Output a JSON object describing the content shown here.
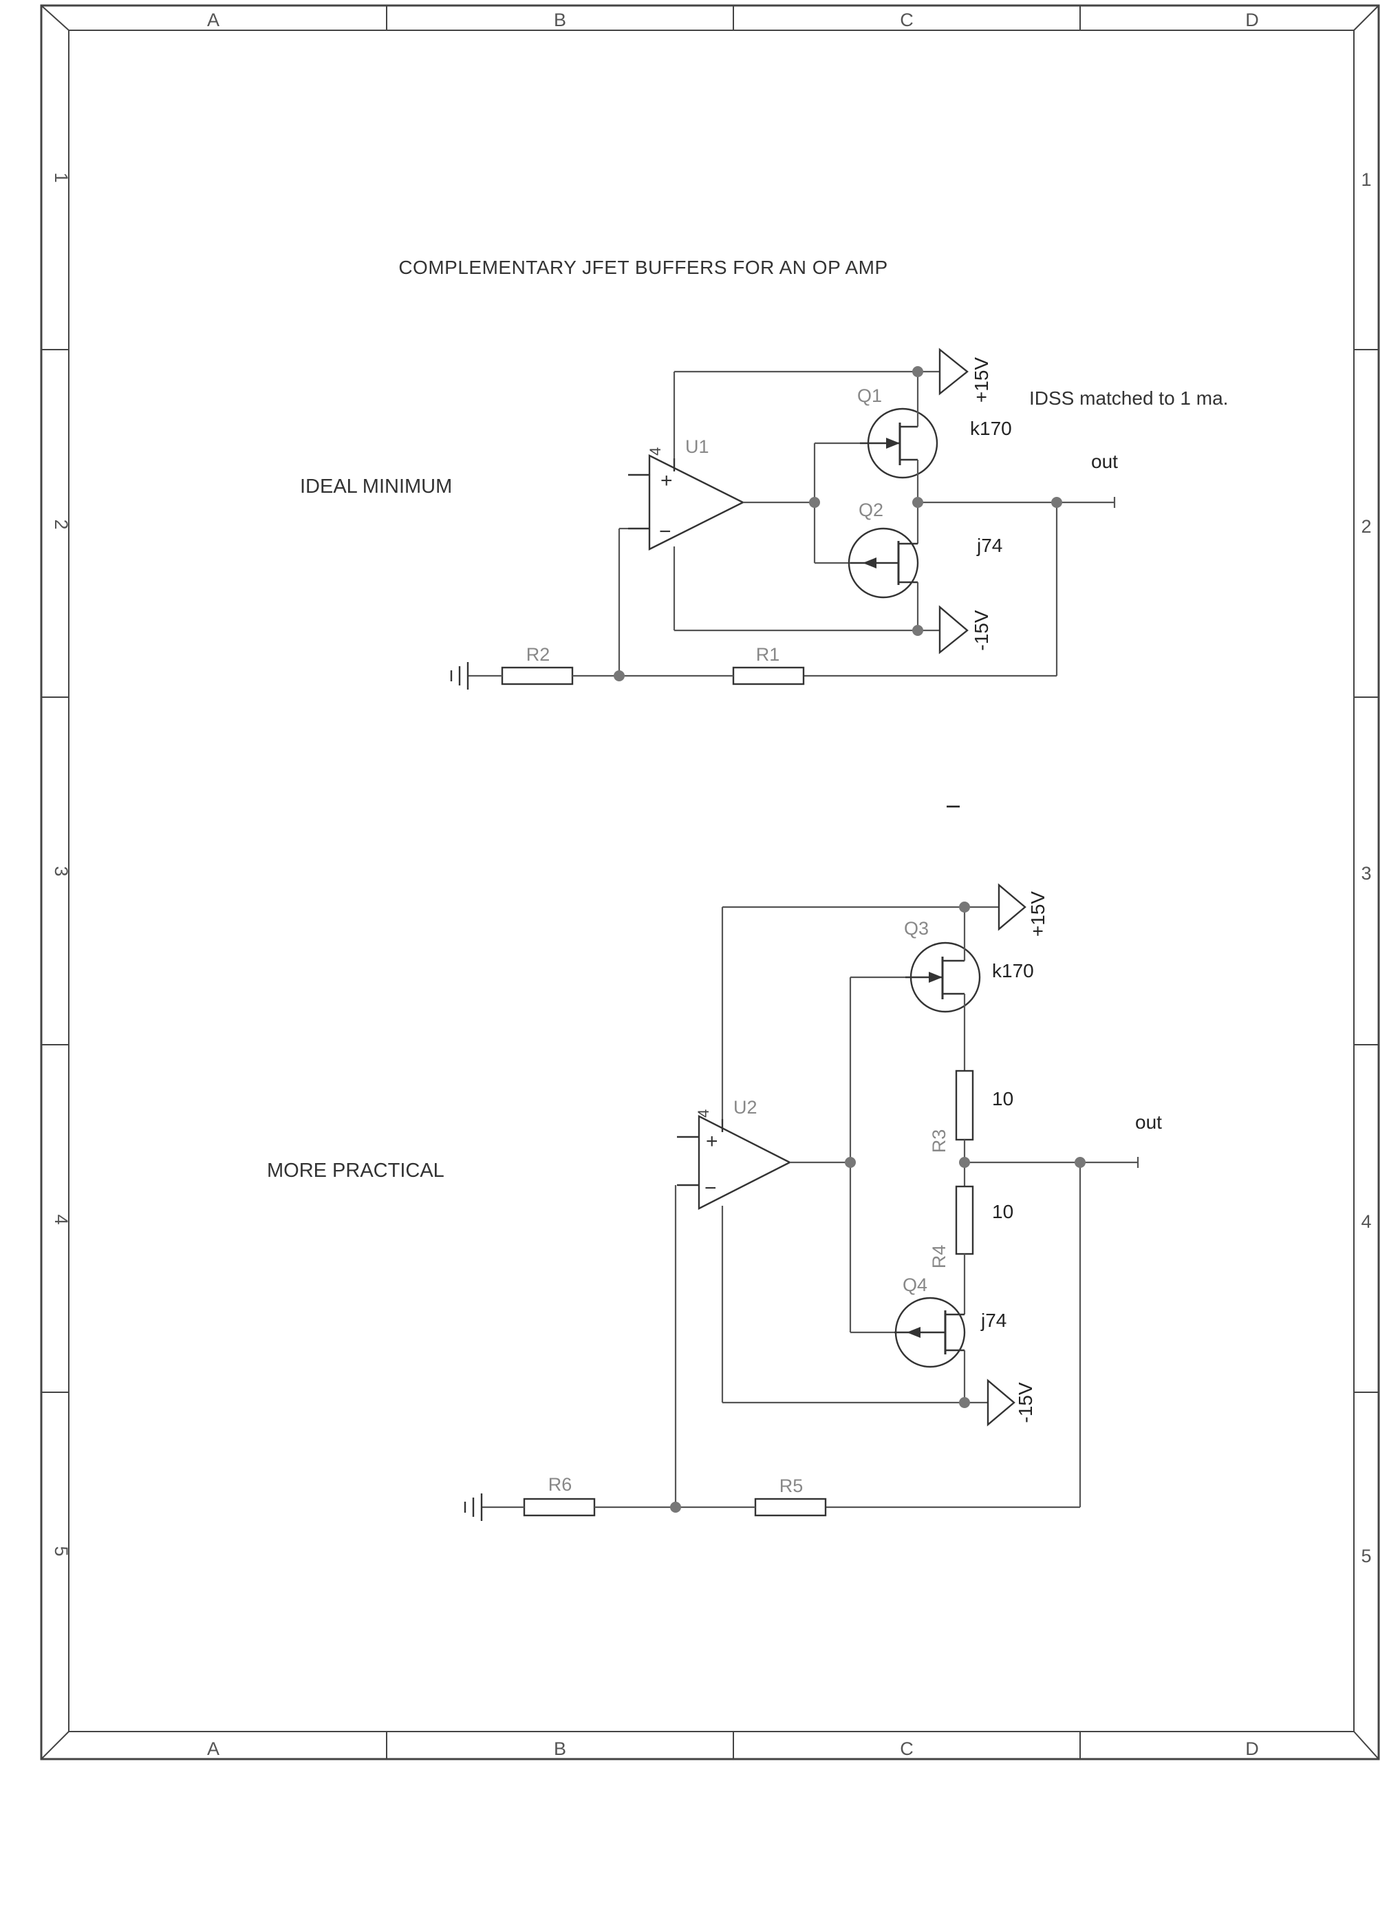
{
  "frame": {
    "columns": [
      "A",
      "B",
      "C",
      "D"
    ],
    "rows": [
      "1",
      "2",
      "3",
      "4",
      "5"
    ]
  },
  "title": "COMPLEMENTARY JFET BUFFERS FOR AN OP AMP",
  "circuit1": {
    "label": "IDEAL MINIMUM",
    "opamp": {
      "ref": "U1",
      "pin": "4",
      "plus": "+",
      "minus": "−"
    },
    "q_top": {
      "ref": "Q1",
      "value": "k170"
    },
    "q_bottom": {
      "ref": "Q2",
      "value": "j74"
    },
    "supply_pos": "+15V",
    "supply_neg": "-15V",
    "note": "IDSS matched to 1 ma.",
    "out_label": "out",
    "r_ground": {
      "ref": "R2"
    },
    "r_feedback": {
      "ref": "R1"
    }
  },
  "stray_mark": "I",
  "circuit2": {
    "label": "MORE PRACTICAL",
    "opamp": {
      "ref": "U2",
      "pin": "4",
      "plus": "+",
      "minus": "−"
    },
    "q_top": {
      "ref": "Q3",
      "value": "k170"
    },
    "q_bottom": {
      "ref": "Q4",
      "value": "j74"
    },
    "r_upper": {
      "ref": "R3",
      "value": "10"
    },
    "r_lower": {
      "ref": "R4",
      "value": "10"
    },
    "supply_pos": "+15V",
    "supply_neg": "-15V",
    "out_label": "out",
    "r_ground": {
      "ref": "R6"
    },
    "r_feedback": {
      "ref": "R5"
    }
  }
}
